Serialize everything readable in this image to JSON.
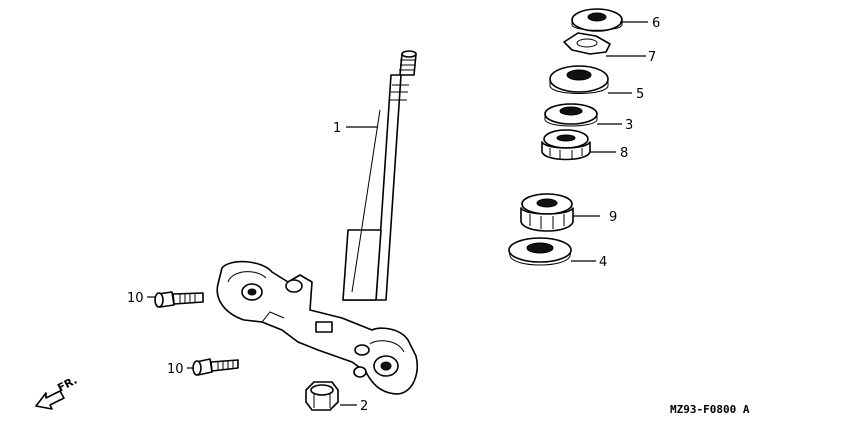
{
  "diagram": {
    "labels": {
      "l1": "1",
      "l2": "2",
      "l3": "3",
      "l4": "4",
      "l5": "5",
      "l6": "6",
      "l7": "7",
      "l8": "8",
      "l9": "9",
      "l10a": "10",
      "l10b": "10"
    },
    "front_indicator": "FR.",
    "drawing_code": "MZ93-F0800 A"
  }
}
